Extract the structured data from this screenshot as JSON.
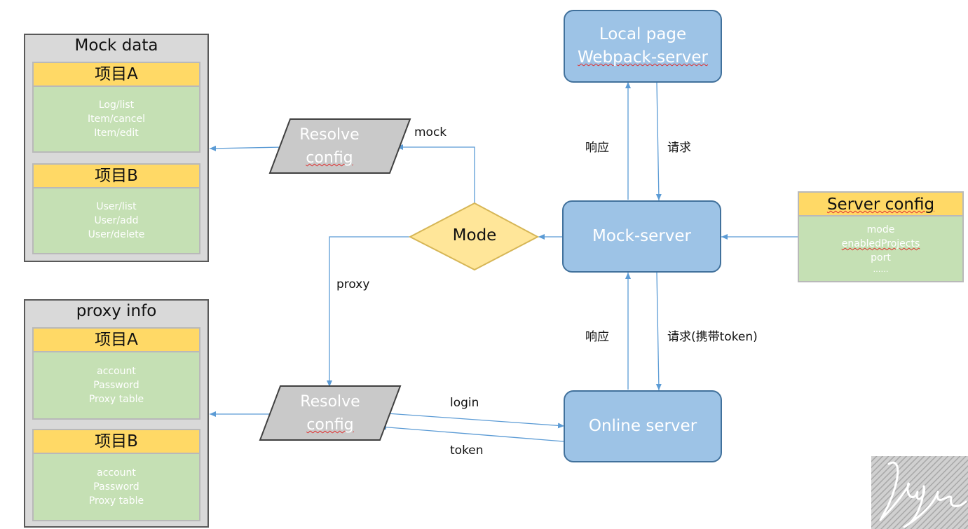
{
  "mock_data": {
    "title": "Mock data",
    "sections": [
      {
        "header": "项目A",
        "items": [
          "Log/list",
          "Item/cancel",
          "Item/edit"
        ]
      },
      {
        "header": "项目B",
        "items": [
          "User/list",
          "User/add",
          "User/delete"
        ]
      }
    ]
  },
  "proxy_info": {
    "title": "proxy info",
    "sections": [
      {
        "header": "项目A",
        "items": [
          "account",
          "Password",
          "Proxy table"
        ]
      },
      {
        "header": "项目B",
        "items": [
          "account",
          "Password",
          "Proxy table"
        ]
      }
    ]
  },
  "nodes": {
    "local_page": {
      "line1": "Local page",
      "line2": "Webpack-server"
    },
    "mock_server": {
      "label": "Mock-server"
    },
    "online_server": {
      "label": "Online server"
    },
    "mode": {
      "label": "Mode"
    },
    "resolve_top": {
      "line1": "Resolve",
      "line2": "config"
    },
    "resolve_bottom": {
      "line1": "Resolve",
      "line2": "config"
    }
  },
  "server_config": {
    "title": "Server config",
    "items": [
      "mode",
      "enabledProjects",
      "port",
      "……"
    ]
  },
  "edge_labels": {
    "mock": "mock",
    "proxy": "proxy",
    "response_top": "响应",
    "request_top": "请求",
    "response_bottom": "响应",
    "request_bottom": "请求(携带token)",
    "login": "login",
    "token": "token"
  },
  "watermark": {
    "text": "lyn"
  },
  "colors": {
    "container_bg": "#d9d9d9",
    "header_yellow": "#ffd966",
    "body_green": "#c5e0b4",
    "server_blue": "#9dc3e6",
    "server_border": "#41719c",
    "arrow_blue": "#5b9bd5",
    "parallelogram_gray": "#c9c9c9",
    "diamond_yellow": "#ffe699"
  }
}
